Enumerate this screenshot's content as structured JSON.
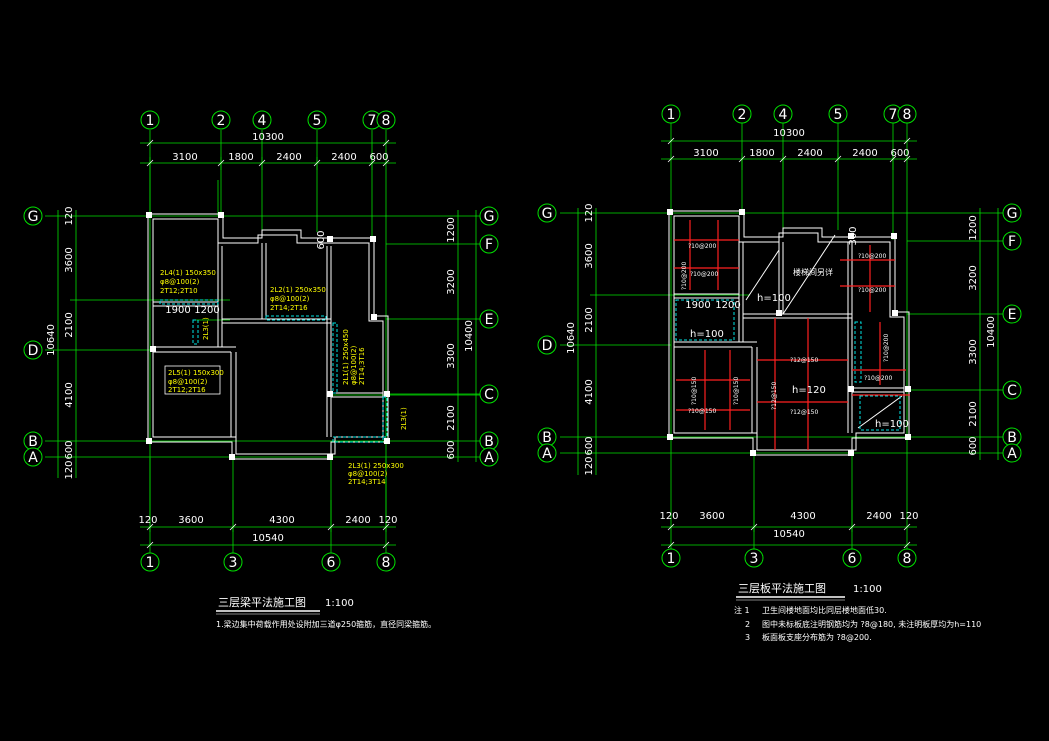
{
  "left_plan": {
    "title": "三层梁平法施工图",
    "scale": "1:100",
    "note": "1.梁边集中荷载作用处设附加三道φ250箍筋，直径同梁箍筋。",
    "top_axes": [
      "1",
      "2",
      "4",
      "5",
      "7",
      "8"
    ],
    "bottom_axes": [
      "1",
      "3",
      "6",
      "8"
    ],
    "left_axes": [
      "G",
      "D",
      "B",
      "A"
    ],
    "right_axes": [
      "G",
      "F",
      "E",
      "C",
      "B",
      "A"
    ],
    "top_total": "10300",
    "top_dims": [
      "3100",
      "1800",
      "2400",
      "2400",
      "600"
    ],
    "bottom_dims": [
      "120",
      "3600",
      "4300",
      "2400",
      "120"
    ],
    "bottom_total": "10540",
    "left_dims": [
      "120",
      "3600",
      "2100",
      "4100",
      "600",
      "120"
    ],
    "left_total": "10640",
    "right_dims": [
      "1200",
      "3200",
      "3300",
      "2100",
      "600"
    ],
    "right_total": "10400",
    "inner_dims": [
      "1900",
      "1200",
      "600"
    ],
    "beams": [
      {
        "id": "1L4(1)",
        "lines": [
          "2L4(1) 150x350",
          "φ8@100(2)",
          "2T12;2T10"
        ]
      },
      {
        "id": "2L2(1)",
        "lines": [
          "2L2(1) 250x350",
          "φ8@100(2)",
          "2T14;2T16"
        ]
      },
      {
        "id": "2L3",
        "lines": [
          "2L3(1)"
        ]
      },
      {
        "id": "2L5(1)",
        "lines": [
          "2L5(1) 150x300",
          "φ8@100(2)",
          "2T12;2T16"
        ]
      },
      {
        "id": "2L1(1)",
        "lines": [
          "2L1(1) 250x450",
          "φ8@100(2)",
          "2T14;3T16"
        ]
      },
      {
        "id": "2L3(1)",
        "lines": [
          "2L3(1) 250x300",
          "φ8@100(2)",
          "2T14;3T14"
        ]
      },
      {
        "id": "2L3b",
        "lines": [
          "2L3(1)"
        ]
      }
    ]
  },
  "right_plan": {
    "title": "三层板平法施工图",
    "scale": "1:100",
    "notes": [
      {
        "num": "注 1",
        "text": "卫生间楼地面均比同层楼地面低30."
      },
      {
        "num": "2",
        "text": "图中未标板底注明钢筋均为 ?8@180, 未注明板厚均为h=110"
      },
      {
        "num": "3",
        "text": "板面板支座分布筋为 ?8@200."
      }
    ],
    "top_axes": [
      "1",
      "2",
      "4",
      "5",
      "7",
      "8"
    ],
    "bottom_axes": [
      "1",
      "3",
      "6",
      "8"
    ],
    "left_axes": [
      "G",
      "D",
      "B",
      "A"
    ],
    "right_axes": [
      "G",
      "F",
      "E",
      "C",
      "B",
      "A"
    ],
    "top_total": "10300",
    "top_dims": [
      "3100",
      "1800",
      "2400",
      "2400",
      "600"
    ],
    "bottom_dims": [
      "120",
      "3600",
      "4300",
      "2400",
      "120"
    ],
    "bottom_total": "10540",
    "left_dims": [
      "120",
      "3600",
      "2100",
      "4100",
      "600",
      "120"
    ],
    "left_total": "10640",
    "right_dims": [
      "1200",
      "3200",
      "3300",
      "2100",
      "600"
    ],
    "right_total": "10400",
    "inner_dims": [
      "1900",
      "1200",
      "300"
    ],
    "slab_labels": [
      "h=100",
      "h=100",
      "h=120",
      "h=100",
      "楼梯间另详"
    ],
    "rebar_labels": [
      "?10@200",
      "?10@200",
      "?10@200",
      "?10@200",
      "?10@200",
      "?12@150",
      "?10@150",
      "?12@150",
      "?10@150",
      "?12@150",
      "?10@150",
      "?10@200",
      "?10@200"
    ]
  }
}
